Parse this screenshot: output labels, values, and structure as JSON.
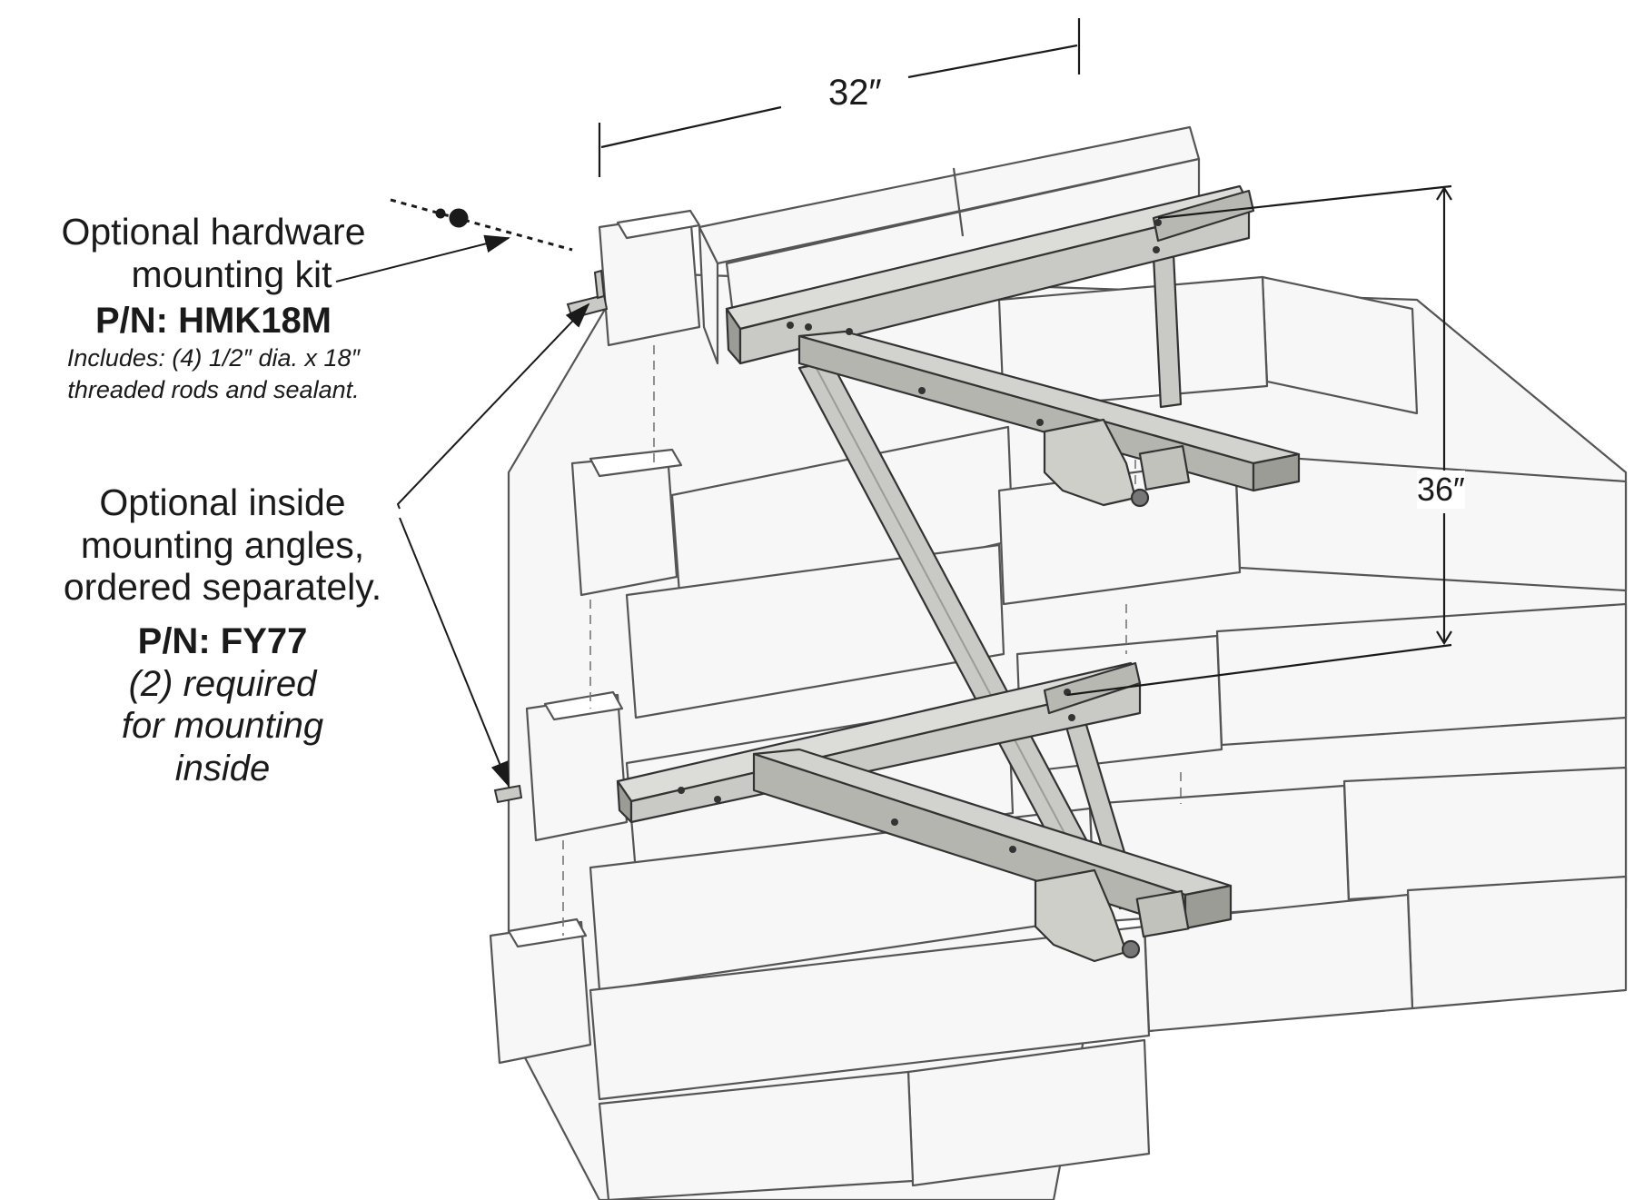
{
  "dimensions": {
    "width_label": "32″",
    "height_label": "36″"
  },
  "callouts": {
    "hardware_kit": {
      "title_line1": "Optional hardware",
      "title_line2": "mounting kit",
      "part_number": "P/N: HMK18M",
      "detail_line1": "Includes: (4) 1/2″ dia. x 18″",
      "detail_line2": "threaded rods and sealant."
    },
    "inside_angles": {
      "title_line1": "Optional inside",
      "title_line2": "mounting angles,",
      "title_line3": "ordered separately.",
      "part_number": "P/N: FY77",
      "detail_line1": "(2) required",
      "detail_line2": "for mounting",
      "detail_line3": "inside"
    }
  },
  "colors": {
    "line": "#1a1a1a",
    "steel": "#c9c9c5",
    "steel_dark": "#9c9c96",
    "block": "#f7f7f7",
    "block_edge": "#555555"
  }
}
